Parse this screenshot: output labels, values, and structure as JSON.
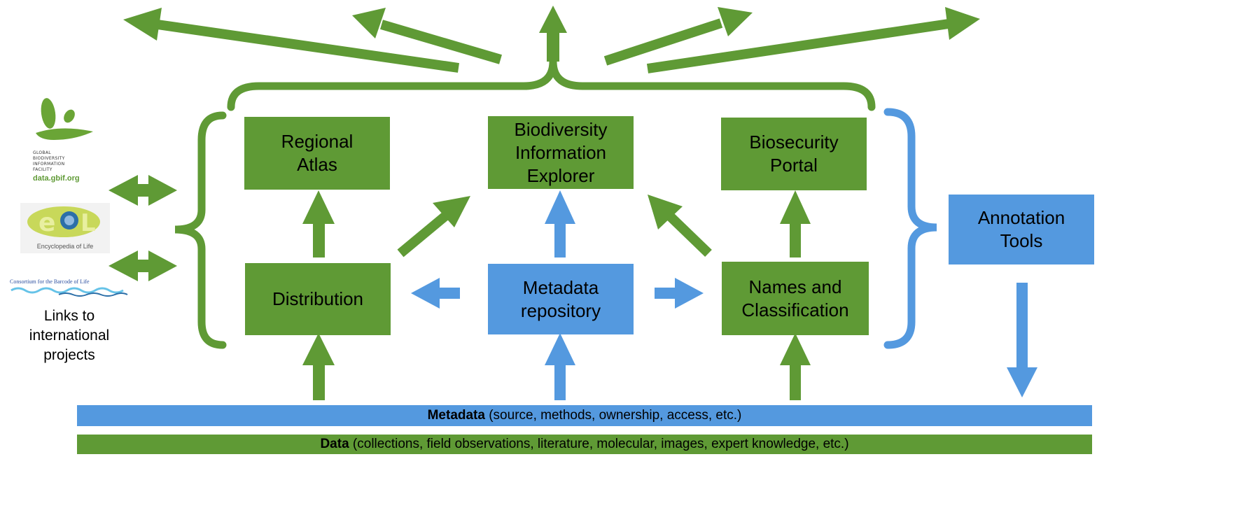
{
  "colors": {
    "green": "#5f9a35",
    "blue": "#5499df"
  },
  "boxes": {
    "regional_atlas": "Regional\nAtlas",
    "bie": "Biodiversity\nInformation\nExplorer",
    "biosecurity": "Biosecurity\nPortal",
    "distribution": "Distribution",
    "metadata_repo": "Metadata\nrepository",
    "names": "Names and\nClassification",
    "annotation": "Annotation\nTools"
  },
  "bars": {
    "metadata_bold": "Metadata",
    "metadata_rest": " (source, methods, ownership, access, etc.)",
    "data_bold": "Data",
    "data_rest": " (collections, field observations, literature, molecular, images, expert knowledge, etc.)"
  },
  "logos": {
    "gbif_lines": [
      "GLOBAL",
      "BIODIVERSITY",
      "INFORMATION",
      "FACILITY"
    ],
    "gbif_url": "data.gbif.org",
    "eol": "Encyclopedia of Life",
    "cbol": "Consortium for the Barcode of Life"
  },
  "links_text": "Links to\ninternational\nprojects"
}
